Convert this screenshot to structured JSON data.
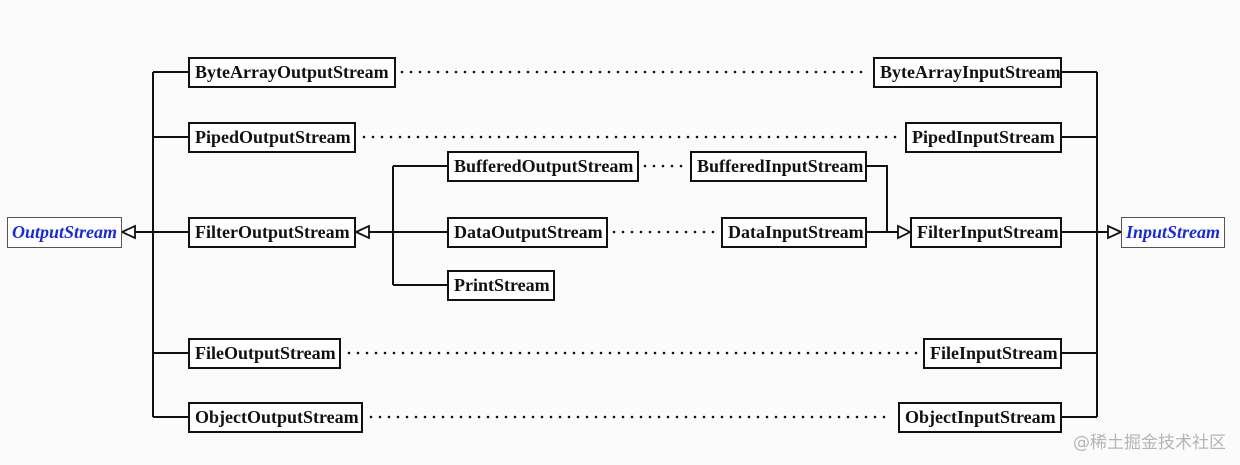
{
  "nodes": {
    "output_stream": "OutputStream",
    "input_stream": "InputStream",
    "byte_array_output_stream": "ByteArrayOutputStream",
    "byte_array_input_stream": "ByteArrayInputStream",
    "piped_output_stream": "PipedOutputStream",
    "piped_input_stream": "PipedInputStream",
    "filter_output_stream": "FilterOutputStream",
    "filter_input_stream": "FilterInputStream",
    "buffered_output_stream": "BufferedOutputStream",
    "buffered_input_stream": "BufferedInputStream",
    "data_output_stream": "DataOutputStream",
    "data_input_stream": "DataInputStream",
    "print_stream": "PrintStream",
    "file_output_stream": "FileOutputStream",
    "file_input_stream": "FileInputStream",
    "object_output_stream": "ObjectOutputStream",
    "object_input_stream": "ObjectInputStream"
  },
  "colors": {
    "line": "#111111",
    "root_text": "#1a2bd6",
    "background": "#fbfbfb",
    "watermark": "#b5b5b5"
  },
  "watermark": "@稀土掘金技术社区"
}
